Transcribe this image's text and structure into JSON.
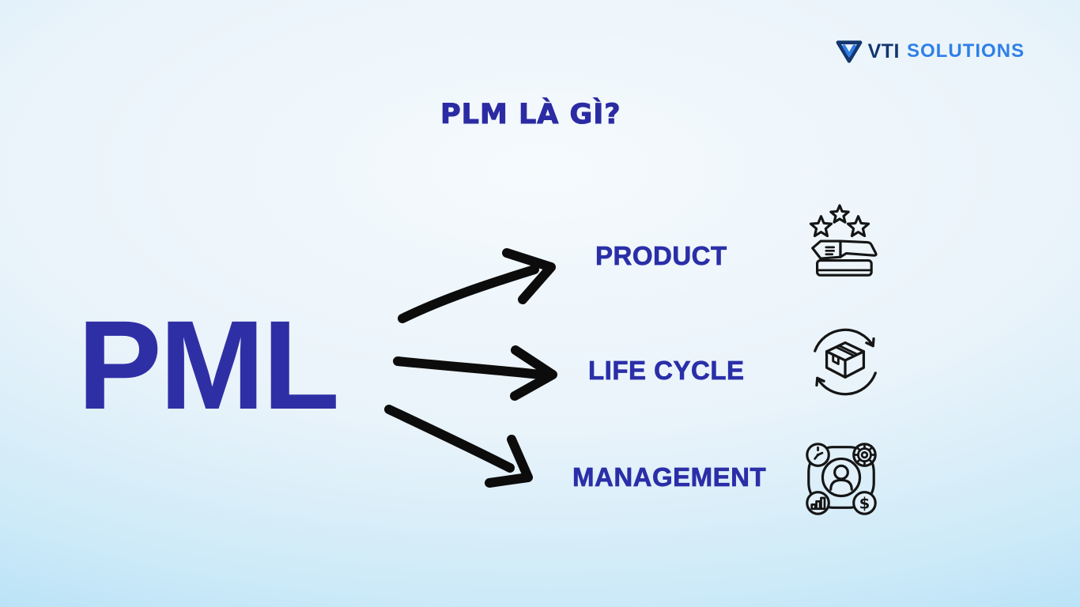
{
  "logo": {
    "brand": "VTI",
    "suffix": "SOLUTIONS"
  },
  "title": "PLM LÀ GÌ?",
  "acronym": "PML",
  "items": [
    {
      "label": "PRODUCT",
      "icon": "product-box-stars-icon"
    },
    {
      "label": "LIFE CYCLE",
      "icon": "box-lifecycle-arrows-icon"
    },
    {
      "label": "MANAGEMENT",
      "icon": "management-hub-icon"
    }
  ],
  "colors": {
    "title": "#2b2ba3",
    "acronym": "#2f2fa5",
    "label": "#2a2fa8",
    "arrow": "#0c0c0c",
    "icon_stroke": "#151515",
    "icon_bg": "#e2f0fa",
    "logo_brand": "#14366f",
    "logo_suffix": "#2e7fe8",
    "bg_center": "#f5fafd",
    "bg_edge": "#a9dcf6"
  }
}
